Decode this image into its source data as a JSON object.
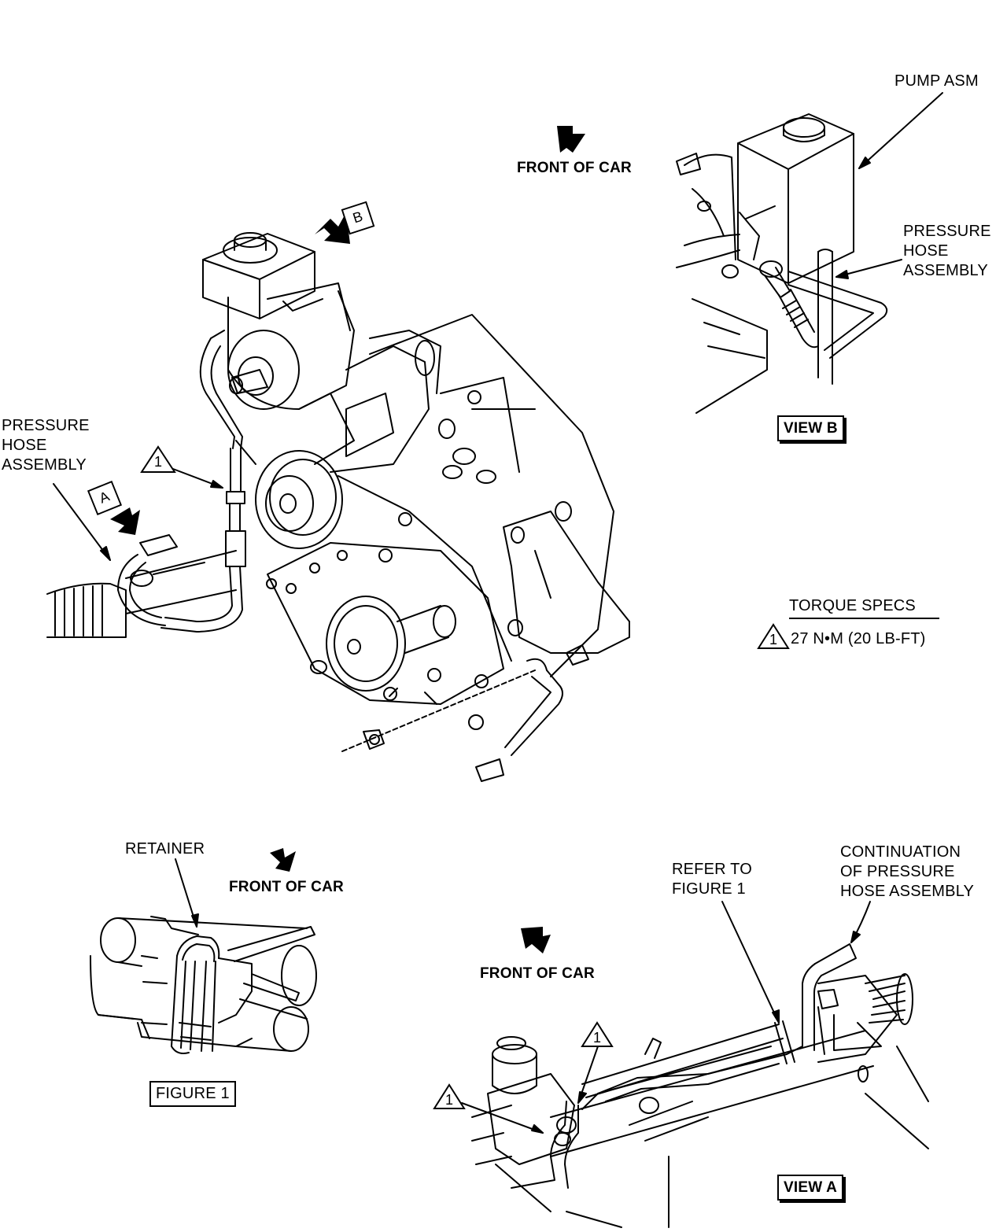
{
  "labels": {
    "pump_asm": "PUMP ASM",
    "front_of_car_top": "FRONT OF CAR",
    "pressure_hose_b": [
      "PRESSURE",
      "HOSE",
      "ASSEMBLY"
    ],
    "view_b": "VIEW B",
    "pressure_hose_left": [
      "PRESSURE",
      "HOSE",
      "ASSEMBLY"
    ],
    "callout_a": "A",
    "callout_b": "B",
    "torque_head": "TORQUE SPECS",
    "torque_value": "27 N•M (20 LB-FT)",
    "retainer": "RETAINER",
    "front_of_car_fig1": "FRONT OF CAR",
    "figure_1": "FIGURE 1",
    "refer_to_figure": [
      "REFER TO",
      "FIGURE 1"
    ],
    "continuation": [
      "CONTINUATION",
      "OF PRESSURE",
      "HOSE ASSEMBLY"
    ],
    "front_of_car_view_a": "FRONT OF CAR",
    "view_a": "VIEW A",
    "torque_ref": "1"
  },
  "icons": {
    "front_arrow": "filled-arrow-icon",
    "torque_marker": "triangle-callout-icon"
  }
}
